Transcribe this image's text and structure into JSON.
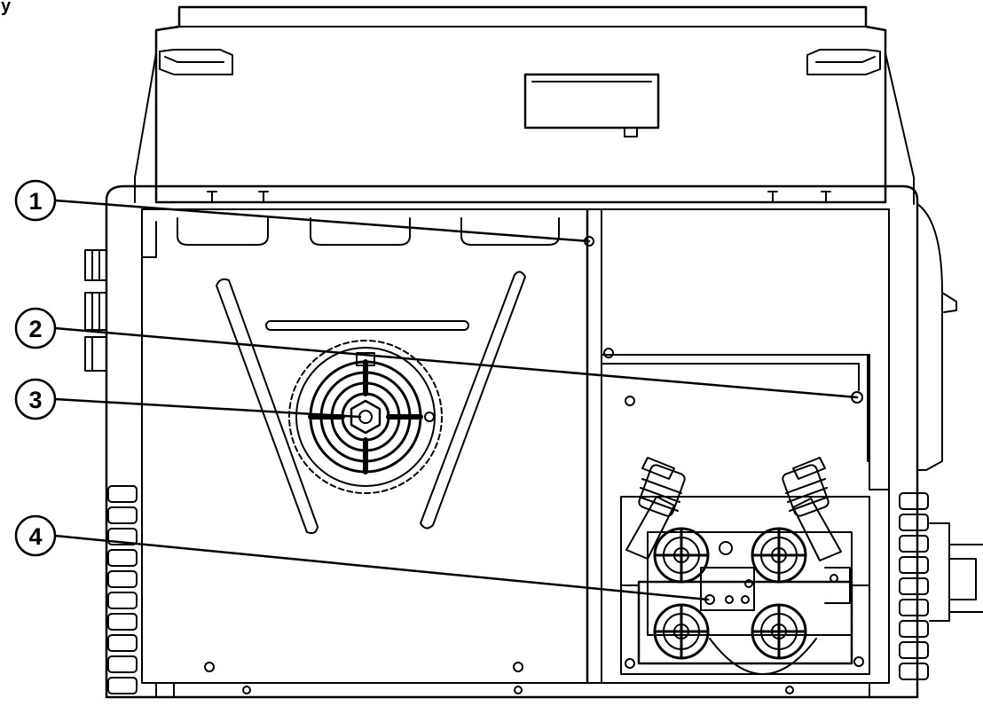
{
  "figure": {
    "header_fragment": "y",
    "callouts": [
      {
        "number": "1",
        "target": "upper-fastener-screw"
      },
      {
        "number": "2",
        "target": "middle-fastener-screw"
      },
      {
        "number": "3",
        "target": "spool-hub-nut"
      },
      {
        "number": "4",
        "target": "wire-feed-drive-screw"
      }
    ]
  },
  "colors": {
    "line": "#000000",
    "background": "#ffffff"
  }
}
